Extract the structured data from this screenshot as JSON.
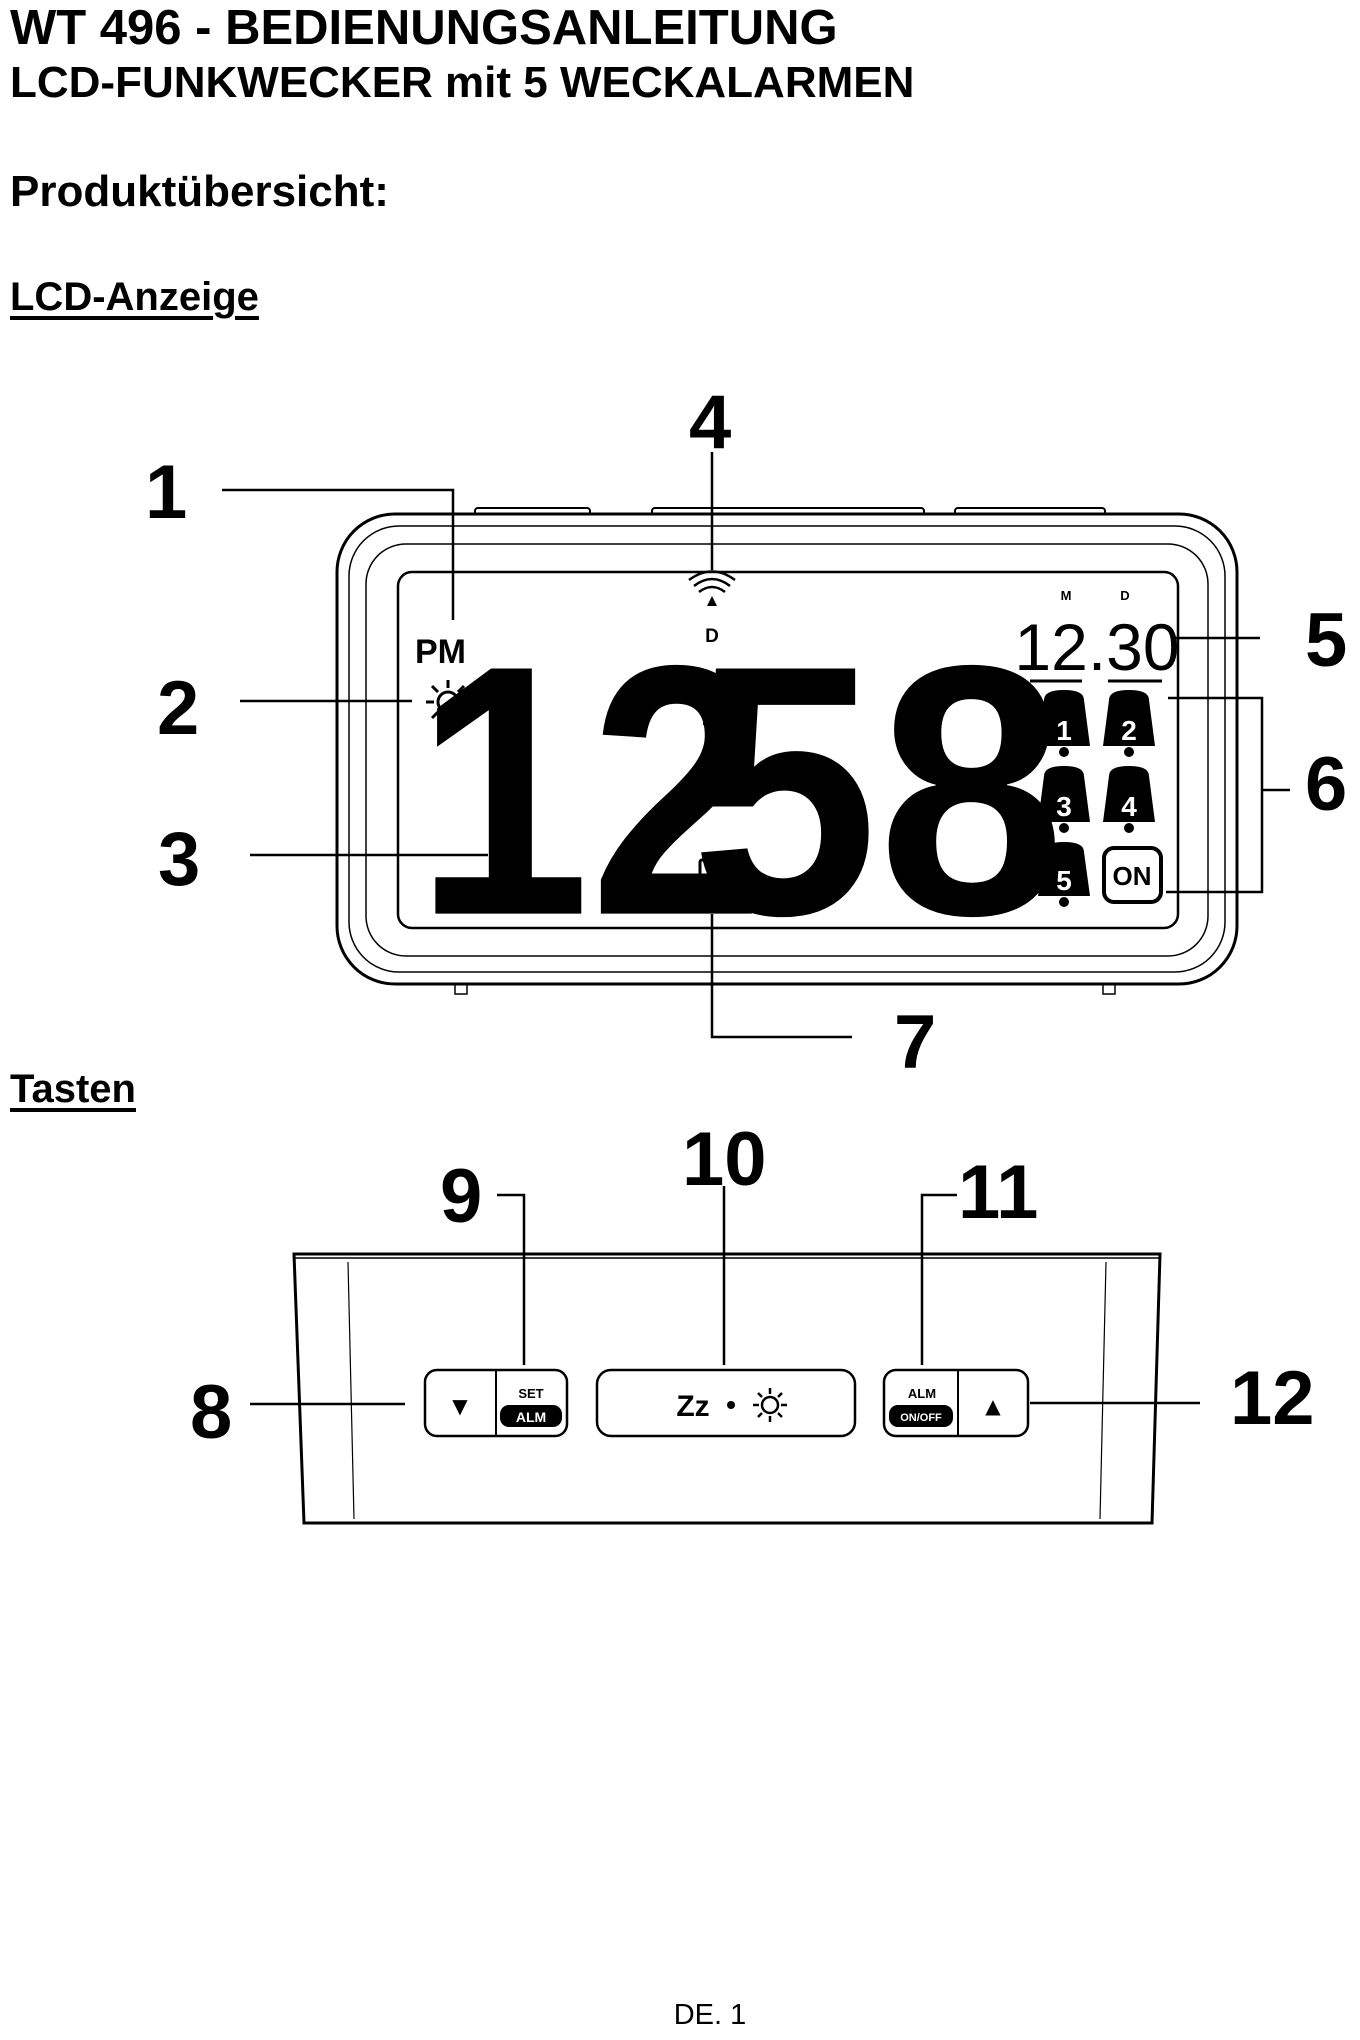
{
  "doc": {
    "title": "WT 496 - BEDIENUNGSANLEITUNG",
    "subtitle": "LCD-FUNKWECKER mit 5 WECKALARMEN",
    "overview_heading": "Produktübersicht:",
    "section_lcd": "LCD-Anzeige",
    "section_keys": "Tasten",
    "page_label": "DE. 1"
  },
  "lcd_figure": {
    "callouts": [
      "1",
      "2",
      "3",
      "4",
      "5",
      "6",
      "7"
    ],
    "pm": "PM",
    "time": "12:58",
    "time_hours": "12",
    "time_minutes": "58",
    "date": "12.30",
    "date_month_label": "M",
    "date_day_label": "D",
    "dst_label": "D",
    "alarm_numbers": [
      "1",
      "2",
      "3",
      "4",
      "5"
    ],
    "on_label": "ON",
    "icons": [
      "sun-icon",
      "radio-signal-icon",
      "battery-icon",
      "bell-icon"
    ]
  },
  "keys_figure": {
    "callouts": [
      "8",
      "9",
      "10",
      "11",
      "12"
    ],
    "down_arrow": "▼",
    "set_label": "SET",
    "alm_label": "ALM",
    "snooze_label": "Zz",
    "alm_onoff_top": "ALM",
    "alm_onoff_bottom": "ON/OFF",
    "up_arrow": "▲"
  }
}
